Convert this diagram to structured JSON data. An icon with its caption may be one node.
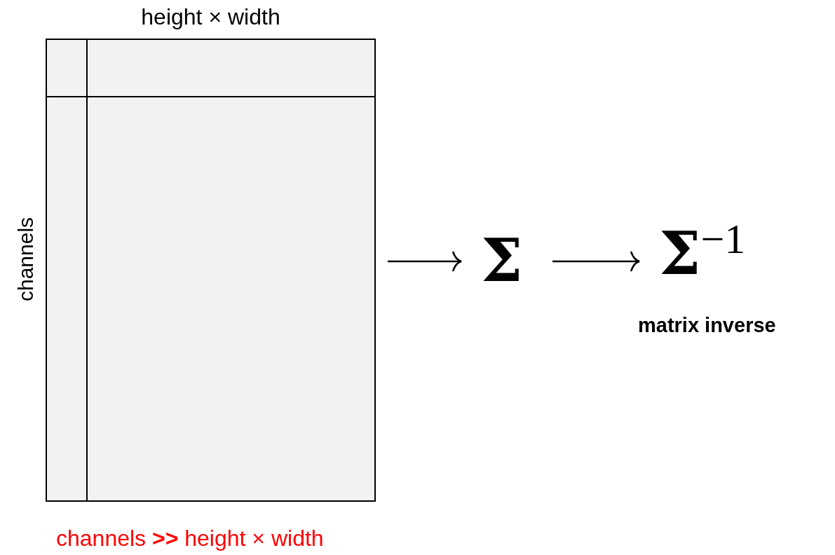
{
  "diagram": {
    "nodes": [
      {
        "text": [],
        "shape": "box"
      },
      {
        "text": [
          "Σ"
        ]
      },
      {
        "text": [
          "Σ$^{−1}$"
        ],
        "beside": [
          "matrix inverse"
        ]
      }
    ],
    "edges": [
      {
        "from": 0,
        "to": 1,
        "arrow": "to"
      },
      {
        "from": 1,
        "to": 2,
        "arrow": "to"
      }
    ],
    "labels": [
      "height × width",
      "channels",
      "channels **>>** height × width"
    ]
  }
}
